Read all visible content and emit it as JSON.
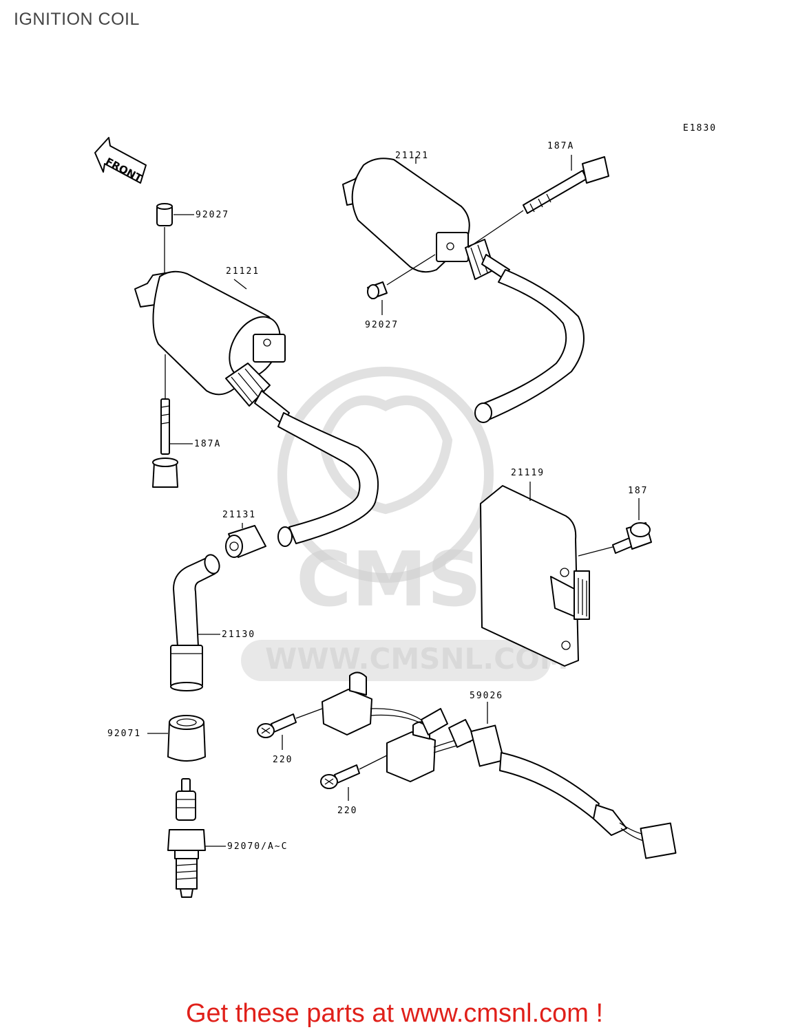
{
  "page": {
    "title": "IGNITION COIL",
    "diagram_code": "E1830",
    "footer": "Get these parts at www.cmsnl.com !"
  },
  "front_marker": {
    "text": "FRONT"
  },
  "watermark": {
    "brand": "CMS",
    "url": "WWW.CMSNL.COM"
  },
  "parts": {
    "p92027_top": "92027",
    "p21121_left": "21121",
    "p187a_left": "187A",
    "p21121_right": "21121",
    "p187a_right": "187A",
    "p92027_right": "92027",
    "p21119": "21119",
    "p187": "187",
    "p21131": "21131",
    "p21130": "21130",
    "p92071": "92071",
    "p92070": "92070/A~C",
    "p59026": "59026",
    "p220_upper": "220",
    "p220_lower": "220"
  },
  "colors": {
    "footer_text": "#e0201a",
    "title_text": "#444444",
    "watermark": "#cccccc"
  }
}
